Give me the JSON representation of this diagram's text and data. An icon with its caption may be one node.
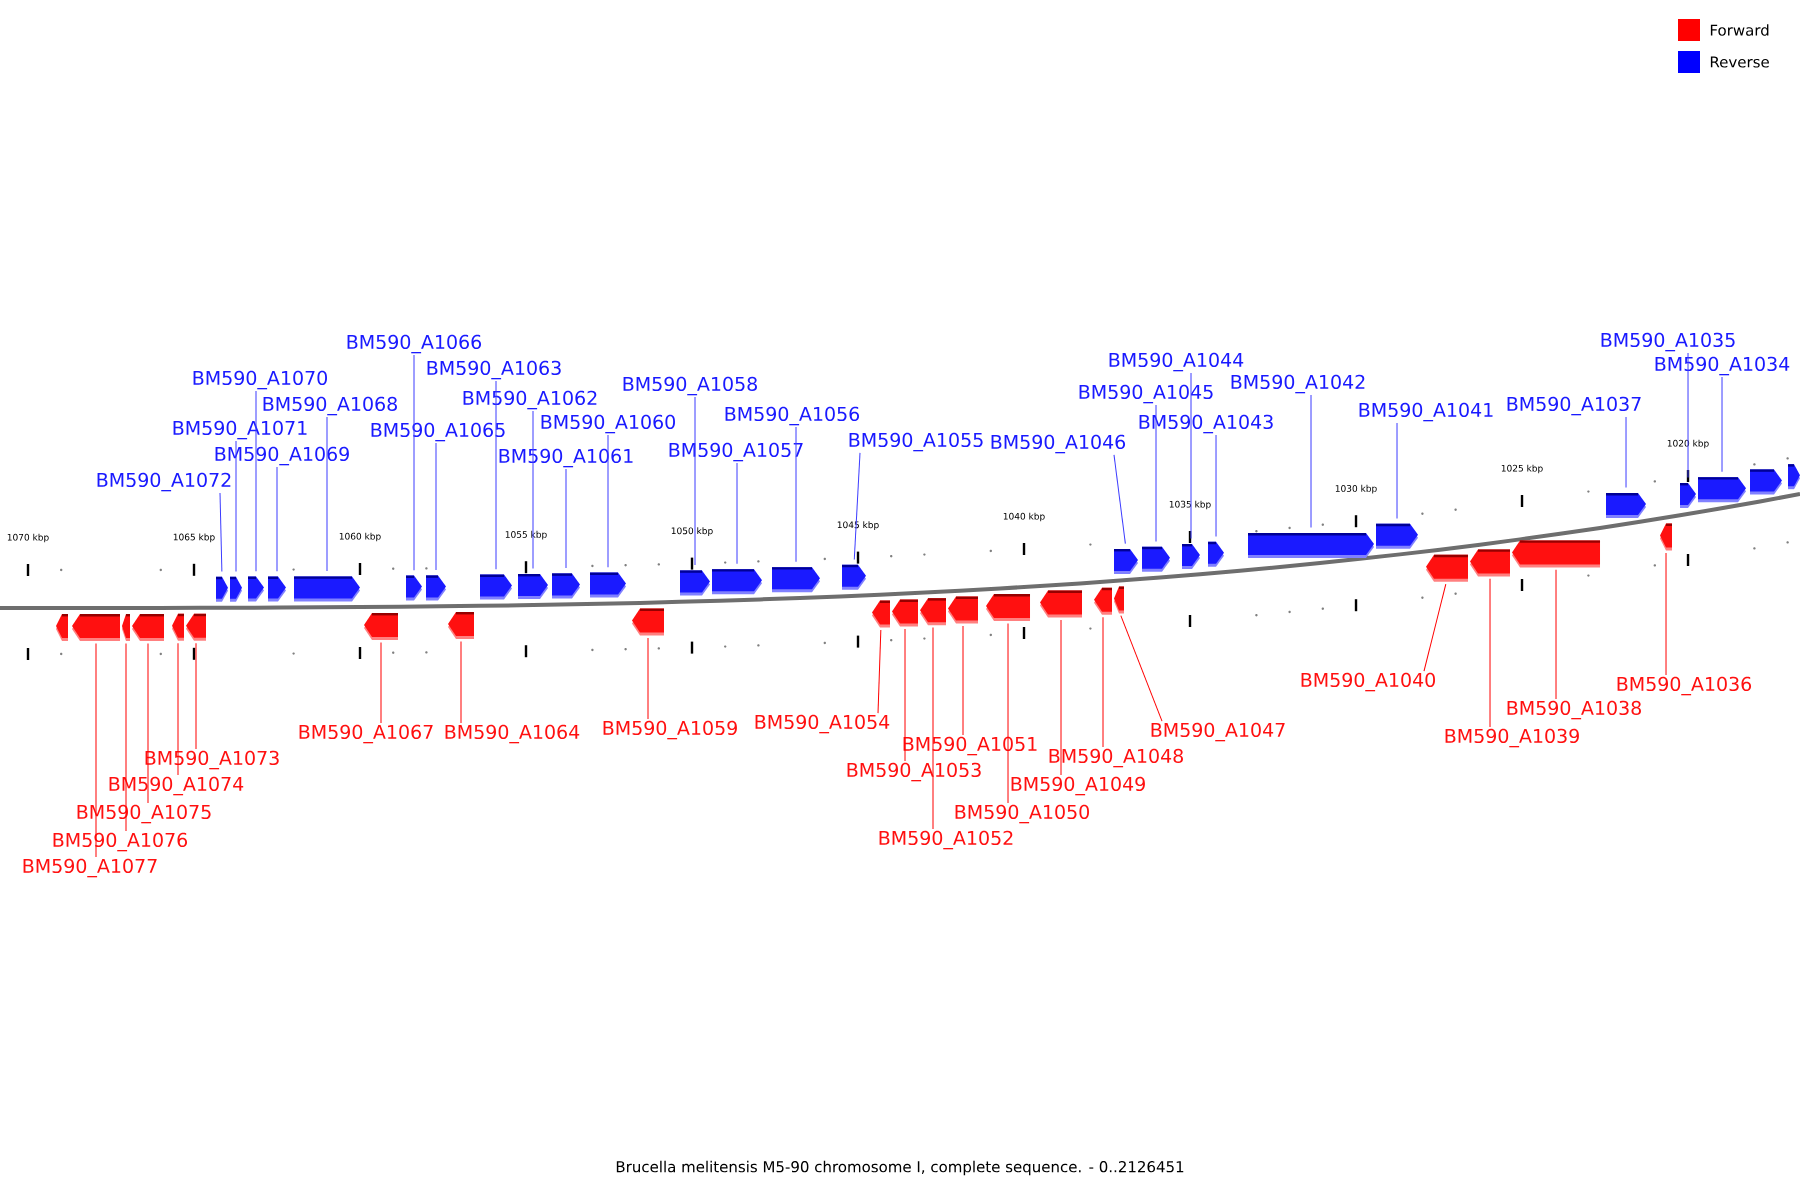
{
  "diagram": {
    "caption": "Brucella melitensis M5-90 chromosome I, complete sequence. - 0..2126451",
    "nodes": [
      {
        "text": [
          "BM590_A1072"
        ]
      },
      {
        "text": [],
        "shape": "arrow"
      },
      {
        "text": [
          "BM590_A1071"
        ]
      },
      {
        "text": [],
        "shape": "arrow"
      },
      {
        "text": [
          "BM590_A1070"
        ]
      },
      {
        "text": [],
        "shape": "arrow"
      },
      {
        "text": [
          "BM590_A1069"
        ]
      },
      {
        "text": [],
        "shape": "arrow"
      },
      {
        "text": [
          "BM590_A1068"
        ]
      },
      {
        "text": [],
        "shape": "arrow"
      },
      {
        "text": [
          "BM590_A1066"
        ]
      },
      {
        "text": [],
        "shape": "arrow"
      },
      {
        "text": [
          "BM590_A1065"
        ]
      },
      {
        "text": [],
        "shape": "arrow"
      },
      {
        "text": [
          "BM590_A1063"
        ]
      },
      {
        "text": [],
        "shape": "arrow"
      },
      {
        "text": [
          "BM590_A1062"
        ]
      },
      {
        "text": [],
        "shape": "arrow"
      },
      {
        "text": [
          "BM590_A1061"
        ]
      },
      {
        "text": [],
        "shape": "arrow"
      },
      {
        "text": [
          "BM590_A1060"
        ]
      },
      {
        "text": [],
        "shape": "arrow"
      },
      {
        "text": [
          "BM590_A1058"
        ]
      },
      {
        "text": [],
        "shape": "arrow"
      },
      {
        "text": [
          "BM590_A1057"
        ]
      },
      {
        "text": [],
        "shape": "arrow"
      },
      {
        "text": [
          "BM590_A1056"
        ]
      },
      {
        "text": [],
        "shape": "arrow"
      },
      {
        "text": [
          "BM590_A1055"
        ]
      },
      {
        "text": [],
        "shape": "arrow"
      },
      {
        "text": [
          "BM590_A1046"
        ]
      },
      {
        "text": [],
        "shape": "arrow"
      },
      {
        "text": [
          "BM590_A1045"
        ]
      },
      {
        "text": [],
        "shape": "arrow"
      },
      {
        "text": [
          "BM590_A1044"
        ]
      },
      {
        "text": [],
        "shape": "arrow"
      },
      {
        "text": [
          "BM590_A1043"
        ]
      },
      {
        "text": [],
        "shape": "arrow"
      },
      {
        "text": [
          "BM590_A1042"
        ]
      },
      {
        "text": [],
        "shape": "arrow"
      },
      {
        "text": [
          "BM590_A1041"
        ]
      },
      {
        "text": [],
        "shape": "arrow"
      },
      {
        "text": [
          "BM590_A1037"
        ]
      },
      {
        "text": [],
        "shape": "arrow"
      },
      {
        "text": [
          "BM590_A1035"
        ]
      },
      {
        "text": [],
        "shape": "arrow"
      },
      {
        "text": [
          "BM590_A1034"
        ]
      },
      {
        "text": [],
        "shape": "arrow"
      },
      {
        "text": [],
        "shape": "arrow"
      },
      {
        "text": [],
        "shape": "arrow"
      },
      {
        "text": [],
        "shape": "arrow"
      },
      {
        "text": [
          "BM590_A1077"
        ]
      },
      {
        "text": [],
        "shape": "arrow"
      },
      {
        "text": [
          "BM590_A1076"
        ]
      },
      {
        "text": [],
        "shape": "arrow"
      },
      {
        "text": [
          "BM590_A1075"
        ]
      },
      {
        "text": [],
        "shape": "arrow"
      },
      {
        "text": [
          "BM590_A1074"
        ]
      },
      {
        "text": [],
        "shape": "arrow"
      },
      {
        "text": [
          "BM590_A1073"
        ]
      },
      {
        "text": [],
        "shape": "arrow"
      },
      {
        "text": [
          "BM590_A1067"
        ]
      },
      {
        "text": [],
        "shape": "arrow"
      },
      {
        "text": [
          "BM590_A1064"
        ]
      },
      {
        "text": [],
        "shape": "arrow"
      },
      {
        "text": [
          "BM590_A1059"
        ]
      },
      {
        "text": [],
        "shape": "arrow"
      },
      {
        "text": [
          "BM590_A1054"
        ]
      },
      {
        "text": [],
        "shape": "arrow"
      },
      {
        "text": [
          "BM590_A1053"
        ]
      },
      {
        "text": [],
        "shape": "arrow"
      },
      {
        "text": [
          "BM590_A1052"
        ]
      },
      {
        "text": [],
        "shape": "arrow"
      },
      {
        "text": [
          "BM590_A1051"
        ]
      },
      {
        "text": [],
        "shape": "arrow"
      },
      {
        "text": [
          "BM590_A1050"
        ]
      },
      {
        "text": [],
        "shape": "arrow"
      },
      {
        "text": [
          "BM590_A1049"
        ]
      },
      {
        "text": [],
        "shape": "arrow"
      },
      {
        "text": [
          "BM590_A1048"
        ]
      },
      {
        "text": [],
        "shape": "arrow"
      },
      {
        "text": [
          "BM590_A1047"
        ]
      },
      {
        "text": [],
        "shape": "arrow"
      },
      {
        "text": [
          "BM590_A1040"
        ]
      },
      {
        "text": [],
        "shape": "arrow"
      },
      {
        "text": [
          "BM590_A1039"
        ]
      },
      {
        "text": [],
        "shape": "arrow"
      },
      {
        "text": [
          "BM590_A1038"
        ]
      },
      {
        "text": [],
        "shape": "arrow"
      },
      {
        "text": [
          "BM590_A1036"
        ]
      },
      {
        "text": [],
        "shape": "arrow"
      }
    ],
    "edges": [
      {
        "from": 0,
        "to": 1,
        "arrow": "none"
      },
      {
        "from": 2,
        "to": 3,
        "arrow": "none"
      },
      {
        "from": 4,
        "to": 5,
        "arrow": "none"
      },
      {
        "from": 6,
        "to": 7,
        "arrow": "none"
      },
      {
        "from": 8,
        "to": 9,
        "arrow": "none"
      },
      {
        "from": 10,
        "to": 11,
        "arrow": "none"
      },
      {
        "from": 12,
        "to": 13,
        "arrow": "none"
      },
      {
        "from": 14,
        "to": 15,
        "arrow": "none"
      },
      {
        "from": 16,
        "to": 17,
        "arrow": "none"
      },
      {
        "from": 18,
        "to": 19,
        "arrow": "none"
      },
      {
        "from": 20,
        "to": 21,
        "arrow": "none"
      },
      {
        "from": 22,
        "to": 23,
        "arrow": "none"
      },
      {
        "from": 24,
        "to": 25,
        "arrow": "none"
      },
      {
        "from": 26,
        "to": 27,
        "arrow": "none"
      },
      {
        "from": 28,
        "to": 29,
        "arrow": "none"
      },
      {
        "from": 30,
        "to": 31,
        "arrow": "none"
      },
      {
        "from": 32,
        "to": 33,
        "arrow": "none"
      },
      {
        "from": 34,
        "to": 35,
        "arrow": "none"
      },
      {
        "from": 36,
        "to": 37,
        "arrow": "none"
      },
      {
        "from": 38,
        "to": 39,
        "arrow": "none"
      },
      {
        "from": 40,
        "to": 41,
        "arrow": "none"
      },
      {
        "from": 42,
        "to": 43,
        "arrow": "none"
      },
      {
        "from": 44,
        "to": 45,
        "arrow": "none"
      },
      {
        "from": 46,
        "to": 47,
        "arrow": "none"
      },
      {
        "from": 51,
        "to": 52,
        "arrow": "none",
        "color": "#ff0000"
      },
      {
        "from": 53,
        "to": 54,
        "arrow": "none",
        "color": "#ff0000"
      },
      {
        "from": 55,
        "to": 56,
        "arrow": "none",
        "color": "#ff0000"
      },
      {
        "from": 57,
        "to": 58,
        "arrow": "none",
        "color": "#ff0000"
      },
      {
        "from": 59,
        "to": 60,
        "arrow": "none",
        "color": "#ff0000"
      },
      {
        "from": 61,
        "to": 62,
        "arrow": "none",
        "color": "#ff0000"
      },
      {
        "from": 63,
        "to": 64,
        "arrow": "none",
        "color": "#ff0000"
      },
      {
        "from": 65,
        "to": 66,
        "arrow": "none",
        "color": "#ff0000"
      },
      {
        "from": 67,
        "to": 68,
        "arrow": "none",
        "color": "#ff0000"
      },
      {
        "from": 69,
        "to": 70,
        "arrow": "none",
        "color": "#ff0000"
      },
      {
        "from": 71,
        "to": 72,
        "arrow": "none",
        "color": "#ff0000"
      },
      {
        "from": 73,
        "to": 74,
        "arrow": "none",
        "color": "#ff0000"
      },
      {
        "from": 75,
        "to": 76,
        "arrow": "none",
        "color": "#ff0000"
      },
      {
        "from": 77,
        "to": 78,
        "arrow": "none",
        "color": "#ff0000"
      },
      {
        "from": 79,
        "to": 80,
        "arrow": "none",
        "color": "#ff0000"
      },
      {
        "from": 81,
        "to": 82,
        "arrow": "none",
        "color": "#ff0000"
      },
      {
        "from": 83,
        "to": 84,
        "arrow": "none",
        "color": "#ff0000"
      },
      {
        "from": 85,
        "to": 86,
        "arrow": "none",
        "color": "#ff0000"
      },
      {
        "from": 87,
        "to": 88,
        "arrow": "none",
        "color": "#ff0000"
      },
      {
        "from": 89,
        "to": 90,
        "arrow": "none",
        "color": "#ff0000"
      }
    ],
    "labels": [
      "1070 kbp",
      "1065 kbp",
      "1060 kbp",
      "1055 kbp",
      "1050 kbp",
      "1045 kbp",
      "1040 kbp",
      "1035 kbp",
      "1030 kbp",
      "1025 kbp",
      "1020 kbp"
    ],
    "legend": [
      {
        "text": "Forward",
        "color": "#ff0000"
      },
      {
        "text": "Reverse",
        "color": "#0000ff"
      }
    ]
  }
}
